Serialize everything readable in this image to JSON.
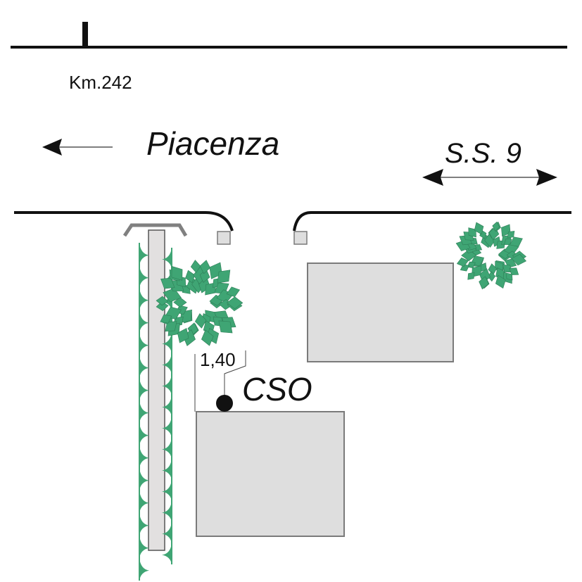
{
  "diagram": {
    "type": "site-location-map",
    "labels": {
      "kilometer": "Km.242",
      "direction_city": "Piacenza",
      "road_name": "S.S. 9",
      "distance": "1,40",
      "station": "CSO"
    },
    "icons": {
      "direction_arrow": "arrow-left-icon",
      "road_arrow": "double-arrow-icon",
      "station_marker": "filled-circle-icon",
      "tree": "tree-icon",
      "hedge": "hedge-icon"
    },
    "colors": {
      "line": "#111111",
      "building_fill": "#dedede",
      "building_stroke": "#7a7a7a",
      "vegetation": "#3fa574",
      "vegetation_stroke": "#2f7f58",
      "wall": "#808080"
    }
  }
}
